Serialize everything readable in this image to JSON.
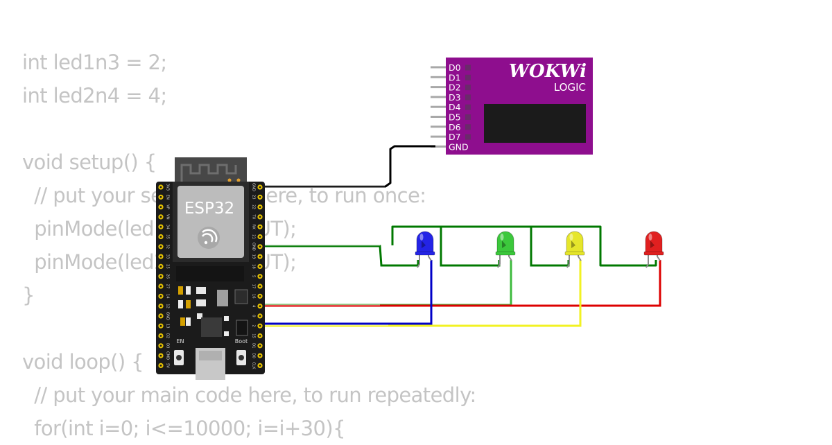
{
  "code_lines": [
    "int led1n3 = 2;",
    "int led2n4 = 4;",
    "",
    "void setup() {",
    "  // put your setup code here, to run once:",
    "  pinMode(led1n3, OUTPUT);",
    "  pinMode(led2n4, OUTPUT);",
    "}",
    "",
    "void loop() {",
    "  // put your main code here, to run repeatedly:",
    "  for(int i=0; i<=10000; i=i+30){"
  ],
  "logic_analyzer": {
    "brand": "WOKWi",
    "subtitle": "LOGIC",
    "pins": [
      "D0",
      "D1",
      "D2",
      "D3",
      "D4",
      "D5",
      "D6",
      "D7",
      "GND"
    ]
  },
  "esp32": {
    "label": "ESP32",
    "button_en": "EN",
    "button_boot": "Boot",
    "left_pins": [
      "3V3",
      "EN",
      "VP",
      "VN",
      "34",
      "35",
      "32",
      "33",
      "25",
      "26",
      "27",
      "14",
      "12",
      "GND",
      "13",
      "D2",
      "D3",
      "CMD",
      "5V"
    ],
    "right_pins": [
      "GND",
      "23",
      "22",
      "TX",
      "RX",
      "21",
      "GND",
      "19",
      "18",
      "5",
      "17",
      "16",
      "4",
      "0",
      "2",
      "15",
      "D1",
      "D0",
      "CLK"
    ]
  },
  "leds": [
    {
      "color": "blue",
      "hex": "#2424e6"
    },
    {
      "color": "green",
      "hex": "#3cc83c"
    },
    {
      "color": "yellow",
      "hex": "#e6e62c"
    },
    {
      "color": "red",
      "hex": "#e02020"
    }
  ],
  "colors": {
    "analyzer_body": "#8e0e8e",
    "board_body": "#1b1b1b",
    "wire_black": "#000000",
    "wire_green": "#007800",
    "wire_red": "#dd0000",
    "wire_yellow": "#f2f222",
    "wire_blue": "#0000c8",
    "code_text": "#c4c4c4"
  }
}
